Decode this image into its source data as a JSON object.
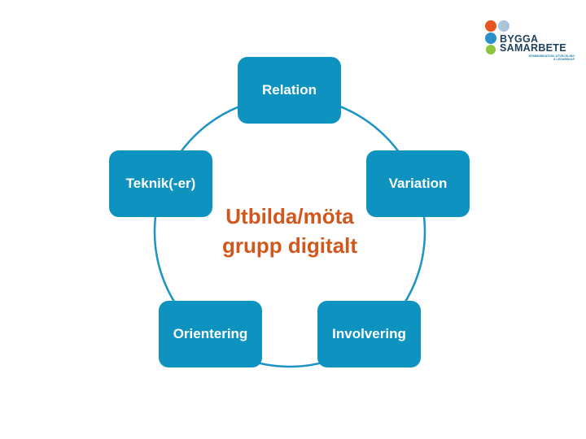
{
  "diagram": {
    "center_lines": [
      "Utbilda/möta",
      "grupp digitalt"
    ],
    "nodes": [
      {
        "id": "relation",
        "label": "Relation"
      },
      {
        "id": "variation",
        "label": "Variation"
      },
      {
        "id": "involvering",
        "label": "Involvering"
      },
      {
        "id": "orientering",
        "label": "Orientering"
      },
      {
        "id": "teknik",
        "label": "Teknik(-er)"
      }
    ]
  },
  "logo": {
    "line1": "BYGGA",
    "line2": "SAMARBETE",
    "tagline_lines": [
      "KOMMUNIKATION, UTVECKLING",
      "& LEDARSKAP"
    ]
  },
  "colors": {
    "node_fill": "#0e93c1",
    "ring_stroke": "#1b93c4",
    "center_text": "#d2571c",
    "logo_text": "#1d3f5c"
  }
}
